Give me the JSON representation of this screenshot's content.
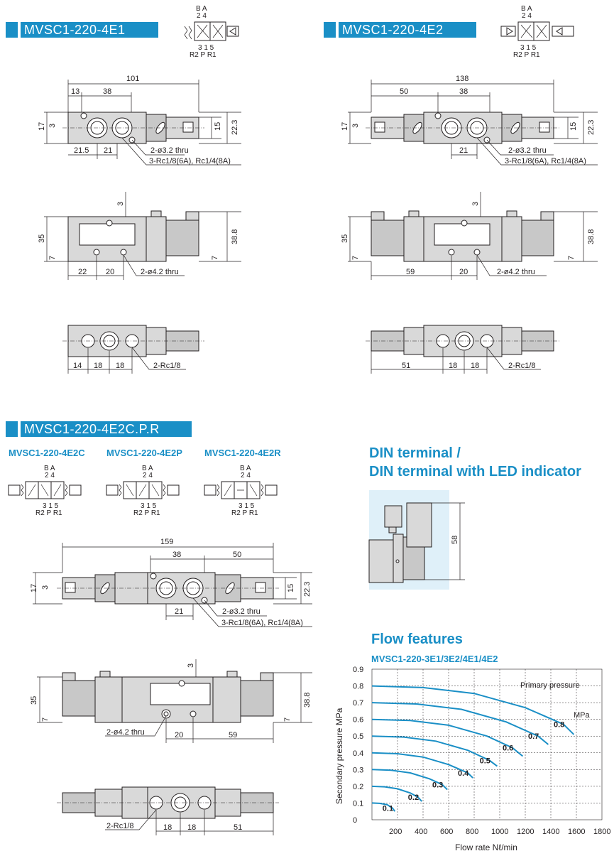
{
  "models": {
    "e1": {
      "title": "MVSC1-220-4E1"
    },
    "e2": {
      "title": "MVSC1-220-4E2"
    },
    "e2cpr": {
      "title": "MVSC1-220-4E2C.P.R"
    },
    "e2c": "MVSC1-220-4E2C",
    "e2p": "MVSC1-220-4E2P",
    "e2r": "MVSC1-220-4E2R"
  },
  "symbol": {
    "top": "B A",
    "top_nums": "2 4",
    "bot_nums": "3 1 5",
    "bot": "R2 P R1"
  },
  "e1_dims": {
    "top": [
      "101",
      "13",
      "38",
      "17",
      "3",
      "15",
      "22.3",
      "21.5",
      "21",
      "2-ø3.2 thru",
      "3-Rc1/8(6A), Rc1/4(8A)"
    ],
    "side": [
      "3",
      "35",
      "7",
      "38.8",
      "7",
      "22",
      "20",
      "2-ø4.2 thru"
    ],
    "bottom": [
      "14",
      "18",
      "18",
      "2-Rc1/8"
    ]
  },
  "e2_dims": {
    "top": [
      "138",
      "50",
      "38",
      "17",
      "3",
      "15",
      "22.3",
      "21",
      "2-ø3.2 thru",
      "3-Rc1/8(6A), Rc1/4(8A)"
    ],
    "side": [
      "3",
      "35",
      "7",
      "38.8",
      "7",
      "59",
      "20",
      "2-ø4.2 thru"
    ],
    "bottom": [
      "51",
      "18",
      "18",
      "2-Rc1/8"
    ]
  },
  "cpr_dims": {
    "top": [
      "159",
      "38",
      "50",
      "17",
      "3",
      "15",
      "22.3",
      "21",
      "2-ø3.2 thru",
      "3-Rc1/8(6A), Rc1/4(8A)"
    ],
    "side": [
      "3",
      "35",
      "7",
      "38.8",
      "7",
      "2-ø4.2 thru",
      "20",
      "59"
    ],
    "bottom": [
      "2-Rc1/8",
      "18",
      "18",
      "51"
    ]
  },
  "din": {
    "title_line1": "DIN terminal /",
    "title_line2": "DIN terminal with LED indicator",
    "dim": "58"
  },
  "flow": {
    "title": "Flow features",
    "subtitle": "MVSC1-220-3E1/3E2/4E1/4E2",
    "annotation": "Primary pressure",
    "unit_label": "MPa",
    "colors": {
      "curve": "#1a8fc6",
      "header": "#1a8fc6"
    }
  },
  "chart_data": {
    "type": "line",
    "title": "Flow features",
    "subtitle": "MVSC1-220-3E1/3E2/4E1/4E2",
    "xlabel": "Flow rate  Nℓ/min",
    "ylabel": "Secondary pressure  MPa",
    "xlim": [
      0,
      1800
    ],
    "ylim": [
      0,
      0.9
    ],
    "xticks": [
      "200",
      "400",
      "600",
      "800",
      "1000",
      "1200",
      "1400",
      "1600",
      "1800"
    ],
    "yticks": [
      "0",
      "0.1",
      "0.2",
      "0.3",
      "0.4",
      "0.5",
      "0.6",
      "0.7",
      "0.8",
      "0.9"
    ],
    "grid": true,
    "series": [
      {
        "name": "0.1",
        "x": [
          0,
          60,
          120,
          160,
          180
        ],
        "y": [
          0.1,
          0.098,
          0.09,
          0.07,
          0.05
        ]
      },
      {
        "name": "0.2",
        "x": [
          0,
          100,
          200,
          300,
          360,
          390
        ],
        "y": [
          0.2,
          0.197,
          0.185,
          0.16,
          0.135,
          0.11
        ]
      },
      {
        "name": "0.3",
        "x": [
          0,
          150,
          300,
          450,
          550,
          590
        ],
        "y": [
          0.3,
          0.296,
          0.28,
          0.245,
          0.21,
          0.18
        ]
      },
      {
        "name": "0.4",
        "x": [
          0,
          200,
          400,
          600,
          750,
          790
        ],
        "y": [
          0.4,
          0.395,
          0.375,
          0.33,
          0.28,
          0.25
        ]
      },
      {
        "name": "0.5",
        "x": [
          0,
          250,
          500,
          750,
          920,
          980
        ],
        "y": [
          0.5,
          0.494,
          0.47,
          0.415,
          0.355,
          0.32
        ]
      },
      {
        "name": "0.6",
        "x": [
          0,
          300,
          600,
          900,
          1100,
          1180
        ],
        "y": [
          0.6,
          0.593,
          0.565,
          0.5,
          0.43,
          0.38
        ]
      },
      {
        "name": "0.7",
        "x": [
          0,
          350,
          700,
          1050,
          1300,
          1380
        ],
        "y": [
          0.7,
          0.692,
          0.66,
          0.585,
          0.5,
          0.45
        ]
      },
      {
        "name": "0.8",
        "x": [
          0,
          400,
          800,
          1200,
          1500,
          1580
        ],
        "y": [
          0.8,
          0.79,
          0.755,
          0.67,
          0.57,
          0.51
        ]
      }
    ],
    "curve_labels": [
      "0.1",
      "0.2",
      "0.3",
      "0.4",
      "0.5",
      "0.6",
      "0.7",
      "0.8"
    ],
    "annotation": "Primary pressure"
  }
}
